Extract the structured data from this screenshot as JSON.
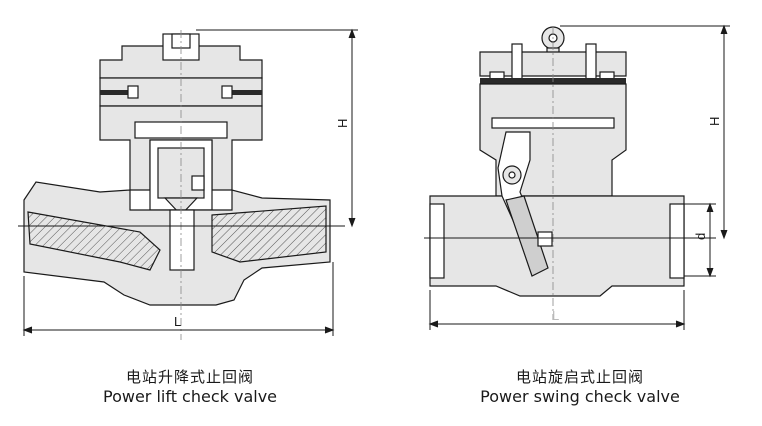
{
  "left_valve": {
    "caption_cn": "电站升降式止回阀",
    "caption_en": "Power lift check valve",
    "dim_height": "H",
    "dim_length": "L"
  },
  "right_valve": {
    "caption_cn": "电站旋启式止回阀",
    "caption_en": "Power swing check valve",
    "dim_height": "H",
    "dim_diameter": "d",
    "dim_length": "L"
  },
  "colors": {
    "body_fill": "#e6e6e6",
    "line": "#1a1a1a",
    "dark_ring": "#2a2a2a"
  }
}
